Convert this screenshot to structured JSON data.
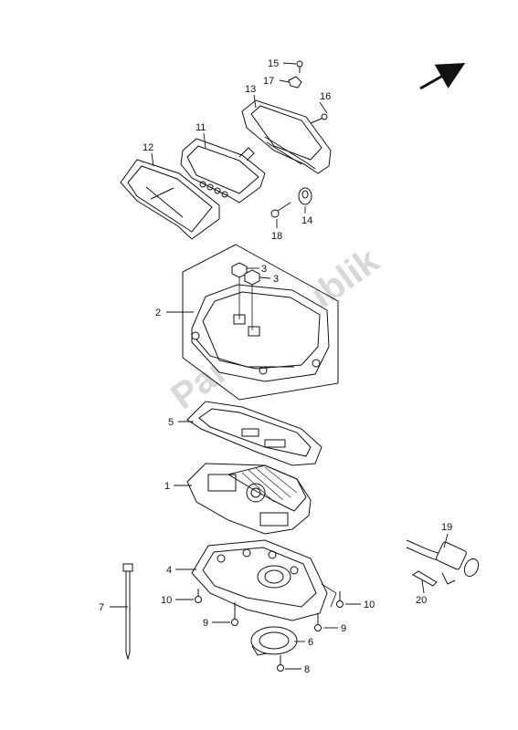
{
  "diagram": {
    "watermark": "PartsRepublik",
    "callouts": [
      "1",
      "2",
      "3",
      "3",
      "4",
      "5",
      "6",
      "7",
      "8",
      "9",
      "9",
      "10",
      "10",
      "11",
      "12",
      "13",
      "14",
      "15",
      "16",
      "17",
      "18",
      "19",
      "20"
    ]
  }
}
